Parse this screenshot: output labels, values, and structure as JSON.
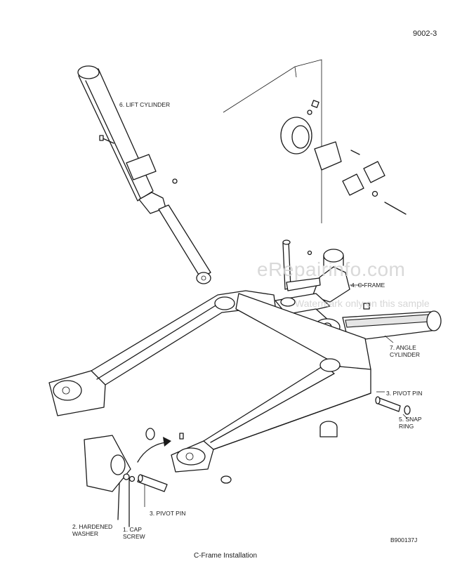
{
  "page_number": "9002-3",
  "caption": "C-Frame Installation",
  "figure_code": "B900137J",
  "watermark": {
    "main": "eRepairinfo.com",
    "sub": "Watermark only on this sample"
  },
  "callouts": {
    "lift_cylinder": "6. LIFT CYLINDER",
    "c_frame": "4. C-FRAME",
    "angle_cylinder": "7. ANGLE\nCYLINDER",
    "pivot_pin_right": "3. PIVOT PIN",
    "snap_ring": "5. SNAP\nRING",
    "hardened_washer": "2. HARDENED\nWASHER",
    "cap_screw": "1. CAP\nSCREW",
    "pivot_pin_bottom": "3. PIVOT PIN"
  }
}
